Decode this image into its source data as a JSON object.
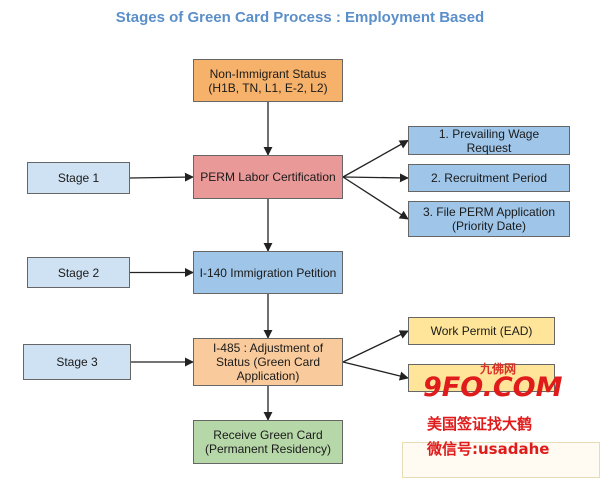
{
  "title": "Stages of Green Card Process : Employment Based",
  "nodes": {
    "non_immigrant": {
      "lines": [
        "Non-Immigrant Status",
        "(H1B, TN, L1, E-2, L2)"
      ],
      "fill": "#f6b26b"
    },
    "perm": {
      "lines": [
        "PERM Labor Certification"
      ],
      "fill": "#ea9999"
    },
    "prevailing_wage": {
      "lines": [
        "1. Prevailing Wage",
        "Request"
      ],
      "fill": "#9fc5e8"
    },
    "recruitment": {
      "lines": [
        "2. Recruitment  Period"
      ],
      "fill": "#9fc5e8"
    },
    "file_perm": {
      "lines": [
        "3. File PERM Application",
        "(Priority Date)"
      ],
      "fill": "#9fc5e8"
    },
    "stage1": {
      "lines": [
        "Stage 1"
      ],
      "fill": "#cfe2f3"
    },
    "stage2": {
      "lines": [
        "Stage 2"
      ],
      "fill": "#cfe2f3"
    },
    "stage3": {
      "lines": [
        "Stage 3"
      ],
      "fill": "#cfe2f3"
    },
    "i140": {
      "lines": [
        "I-140 Immigration Petition"
      ],
      "fill": "#9fc5e8"
    },
    "i485": {
      "lines": [
        "I-485 : Adjustment of",
        "Status (Green Card",
        "Application)"
      ],
      "fill": "#f9cb9c"
    },
    "work_permit": {
      "lines": [
        "Work Permit (EAD)"
      ],
      "fill": "#ffe599"
    },
    "advance_parole": {
      "lines": [],
      "fill": "#ffe599"
    },
    "receive_gc": {
      "lines": [
        "Receive Green Card",
        "(Permanent Residency)"
      ],
      "fill": "#b6d7a8"
    }
  },
  "edges": [
    {
      "from": "non_immigrant",
      "to": "perm"
    },
    {
      "from": "stage1",
      "to": "perm"
    },
    {
      "from": "perm",
      "to": "prevailing_wage"
    },
    {
      "from": "perm",
      "to": "recruitment"
    },
    {
      "from": "perm",
      "to": "file_perm"
    },
    {
      "from": "perm",
      "to": "i140"
    },
    {
      "from": "stage2",
      "to": "i140"
    },
    {
      "from": "i140",
      "to": "i485"
    },
    {
      "from": "stage3",
      "to": "i485"
    },
    {
      "from": "i485",
      "to": "work_permit"
    },
    {
      "from": "i485",
      "to": "advance_parole"
    },
    {
      "from": "i485",
      "to": "receive_gc"
    }
  ],
  "watermark": {
    "site_small": "九佛网",
    "site_logo": "9FO.COM",
    "line1": "美国签证找大鹤",
    "line2": "微信号:usadahe"
  },
  "colors": {
    "title": "#5b8fc9",
    "edge": "#222222",
    "border": "#666666",
    "watermark": "#e01b1b"
  }
}
